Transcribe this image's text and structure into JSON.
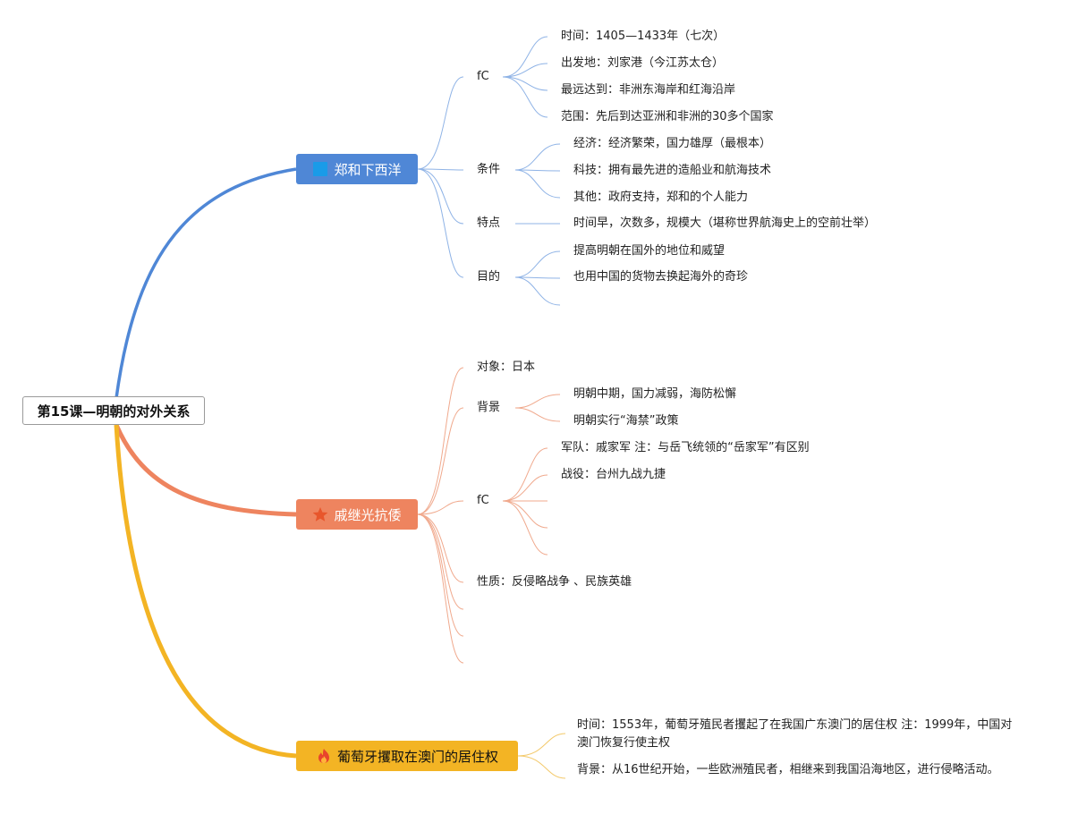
{
  "root": {
    "label": "第15课—明朝的对外关系"
  },
  "branch1": {
    "label": "郑和下西洋",
    "icon": "blue-square-icon",
    "color": "#4f87d6",
    "sub_fc": {
      "label": "fC",
      "items": [
        "时间：1405—1433年（七次）",
        "出发地：刘家港（今江苏太仓）",
        "最远达到：非洲东海岸和红海沿岸",
        "范围：先后到达亚洲和非洲的30多个国家"
      ]
    },
    "sub_condition": {
      "label": "条件",
      "items": [
        "经济：经济繁荣，国力雄厚（最根本）",
        "科技：拥有最先进的造船业和航海技术",
        "其他：政府支持，郑和的个人能力"
      ]
    },
    "sub_feature": {
      "label": "特点",
      "items": [
        "时间早，次数多，规模大（堪称世界航海史上的空前壮举）"
      ]
    },
    "sub_purpose": {
      "label": "目的",
      "items": [
        "提高明朝在国外的地位和威望",
        "也用中国的货物去换起海外的奇珍"
      ]
    }
  },
  "branch2": {
    "label": "戚继光抗倭",
    "icon": "star-icon",
    "color": "#ee845f",
    "sub_target": {
      "label": "对象：日本"
    },
    "sub_background": {
      "label": "背景",
      "items": [
        "明朝中期，国力减弱，海防松懈",
        "明朝实行“海禁”政策"
      ]
    },
    "sub_fc": {
      "label": "fC",
      "items": [
        "军队：戚家军 注：与岳飞统领的“岳家军”有区别",
        "战役：台州九战九捷"
      ]
    },
    "sub_nature": {
      "label": "性质：反侵略战争 、民族英雄"
    }
  },
  "branch3": {
    "label": "葡萄牙攫取在澳门的居住权",
    "icon": "fire-icon",
    "color": "#f3b424",
    "items": [
      "时间：1553年，葡萄牙殖民者攫起了在我国广东澳门的居住权 注：1999年，中国对澳门恢复行使主权",
      "背景：从16世纪开始，一些欧洲殖民者，相继来到我国沿海地区，进行侵略活动。"
    ]
  }
}
